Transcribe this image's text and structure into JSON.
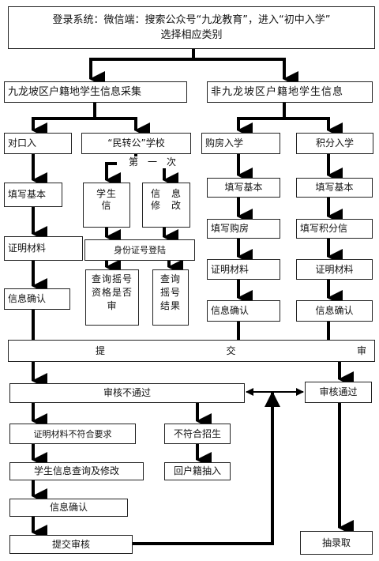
{
  "header": {
    "line1": "登录系统：微信端：搜索公众号“九龙教育”，进入“初中入学”",
    "line2": "选择相应类别"
  },
  "branches": {
    "local": "九龙坡区户籍地学生信息采集",
    "nonlocal": "非九龙坡区户籍地学生信息"
  },
  "routes": {
    "duikou": "对口入",
    "minzhuan": "“民转公”学校",
    "goufang": "购房入学",
    "jifen": "积分入学"
  },
  "round_label": "第　一　次",
  "steps": {
    "fill_basic_a": "填写基本",
    "student_info": "学生信",
    "info_modify": "信　息修　改",
    "fill_basic_b": "填写基本",
    "fill_basic_c": "填写基本",
    "proof_a": "证明材料",
    "id_login": "身份证号登陆",
    "fill_house": "填写购房",
    "fill_points": "填写积分信",
    "confirm_a": "信息确认",
    "query_qual": "查询摇号资格是否审",
    "query_result": "查询摇号结果",
    "proof_b": "证明材料",
    "proof_c": "证明材料",
    "confirm_b": "信息确认",
    "confirm_c": "信息确认"
  },
  "submit_bar": {
    "c1": "提",
    "c2": "交",
    "c3": "审"
  },
  "review": {
    "fail": "审核不通过",
    "pass": "审核通过",
    "proof_fail": "证明材料不符合要求",
    "not_eligible": "不符合招生",
    "modify": "学生信息查询及修改",
    "return_lottery": "回户籍抽入",
    "reconfirm": "信息确认",
    "resubmit": "提交审核",
    "final": "抽录取"
  }
}
